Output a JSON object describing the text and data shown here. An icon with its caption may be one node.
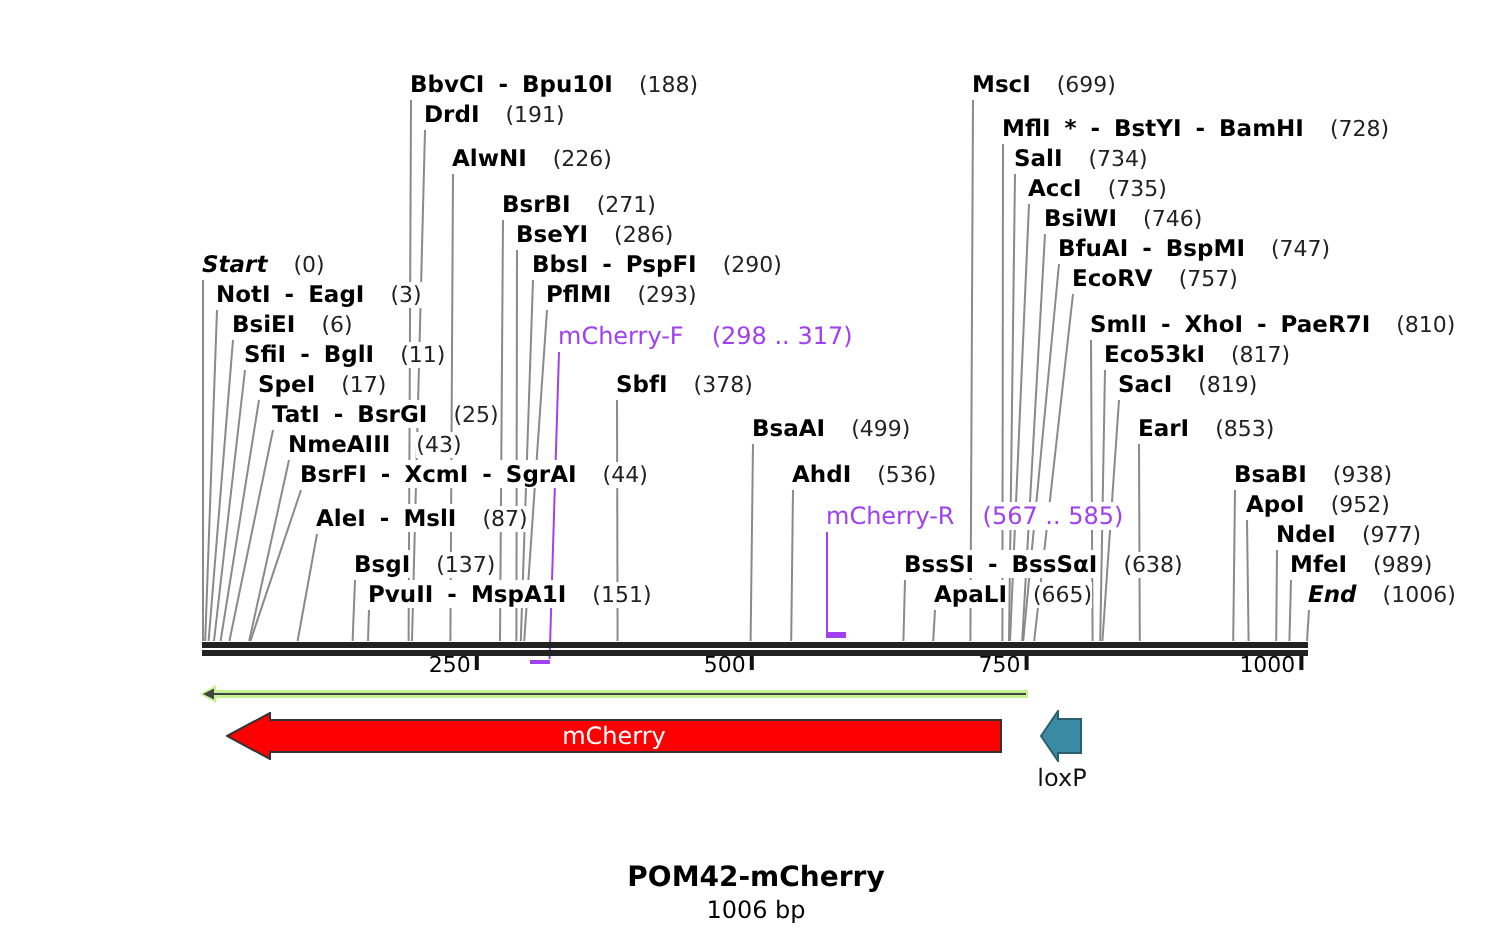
{
  "diagram": {
    "title": "POM42-mCherry",
    "caption": "1006 bp",
    "nodes": [
      {
        "text": [
          "BbvCI - Bpu10I",
          "(188)"
        ]
      },
      {
        "text": [
          "MscI",
          "(699)"
        ]
      },
      {
        "text": [
          "DrdI",
          "(191)"
        ]
      },
      {
        "text": [
          "MflI * - BstYI - BamHI",
          "(728)"
        ]
      },
      {
        "text": [
          "AlwNI",
          "(226)"
        ]
      },
      {
        "text": [
          "SalI",
          "(734)"
        ]
      },
      {
        "text": [
          "AccI",
          "(735)"
        ]
      },
      {
        "text": [
          "BsrBI",
          "(271)"
        ]
      },
      {
        "text": [
          "BsiWI",
          "(746)"
        ]
      },
      {
        "text": [
          "BseYI",
          "(286)"
        ]
      },
      {
        "text": [
          "BfuAI - BspMI",
          "(747)"
        ]
      },
      {
        "text": [
          "Start",
          "(0)"
        ]
      },
      {
        "text": [
          "BbsI - PspFI",
          "(290)"
        ]
      },
      {
        "text": [
          "EcoRV",
          "(757)"
        ]
      },
      {
        "text": [
          "NotI - EagI",
          "(3)"
        ]
      },
      {
        "text": [
          "PflMI",
          "(293)"
        ]
      },
      {
        "text": [
          "BsiEI",
          "(6)"
        ]
      },
      {
        "text": [
          "SmlI - XhoI - PaeR7I",
          "(810)"
        ]
      },
      {
        "text": [
          "mCherry-F",
          "(298 .. 317)"
        ]
      },
      {
        "text": [
          "SfiI - BglI",
          "(11)"
        ]
      },
      {
        "text": [
          "Eco53kI",
          "(817)"
        ]
      },
      {
        "text": [
          "SpeI",
          "(17)"
        ]
      },
      {
        "text": [
          "SbfI",
          "(378)"
        ]
      },
      {
        "text": [
          "SacI",
          "(819)"
        ]
      },
      {
        "text": [
          "TatI - BsrGI",
          "(25)"
        ]
      },
      {
        "text": [
          "BsaAI",
          "(499)"
        ]
      },
      {
        "text": [
          "EarI",
          "(853)"
        ]
      },
      {
        "text": [
          "NmeAIII",
          "(43)"
        ]
      },
      {
        "text": [
          "BsrFI - XcmI - SgrAI",
          "(44)"
        ]
      },
      {
        "text": [
          "AhdI",
          "(536)"
        ]
      },
      {
        "text": [
          "BsaBI",
          "(938)"
        ]
      },
      {
        "text": [
          "ApoI",
          "(952)"
        ]
      },
      {
        "text": [
          "AleI - MslI",
          "(87)"
        ]
      },
      {
        "text": [
          "mCherry-R",
          "(567 .. 585)"
        ]
      },
      {
        "text": [
          "NdeI",
          "(977)"
        ]
      },
      {
        "text": [
          "BsgI",
          "(137)"
        ]
      },
      {
        "text": [
          "BssSI - BssSαI",
          "(638)"
        ]
      },
      {
        "text": [
          "MfeI",
          "(989)"
        ]
      },
      {
        "text": [
          "PvuII - MspA1I",
          "(151)"
        ]
      },
      {
        "text": [
          "ApaLI",
          "(665)"
        ]
      },
      {
        "text": [
          "End",
          "(1006)"
        ]
      },
      {
        "text": [],
        "shape": "bar"
      },
      {
        "text": [],
        "shape": "bar"
      },
      {
        "text": [],
        "shape": "bar"
      },
      {
        "text": [],
        "shape": "arrow"
      },
      {
        "text": [
          "mCherry"
        ]
      },
      {
        "text": [
          "loxP"
        ]
      }
    ],
    "edges": [
      {
        "from": 0,
        "to": 42,
        "arrow": "none"
      },
      {
        "from": 1,
        "to": 42,
        "arrow": "none"
      },
      {
        "from": 2,
        "to": 42,
        "arrow": "none"
      },
      {
        "from": 3,
        "to": 42,
        "arrow": "none"
      },
      {
        "from": 4,
        "to": 42,
        "arrow": "none"
      },
      {
        "from": 5,
        "to": 42,
        "arrow": "none"
      },
      {
        "from": 6,
        "to": 42,
        "arrow": "none"
      },
      {
        "from": 7,
        "to": 42,
        "arrow": "none"
      },
      {
        "from": 8,
        "to": 42,
        "arrow": "none"
      },
      {
        "from": 9,
        "to": 42,
        "arrow": "none"
      },
      {
        "from": 10,
        "to": 42,
        "arrow": "none"
      },
      {
        "from": 11,
        "to": 42,
        "arrow": "none"
      },
      {
        "from": 12,
        "to": 42,
        "arrow": "none"
      },
      {
        "from": 13,
        "to": 42,
        "arrow": "none"
      },
      {
        "from": 14,
        "to": 42,
        "arrow": "none"
      },
      {
        "from": 15,
        "to": 42,
        "arrow": "none"
      },
      {
        "from": 16,
        "to": 42,
        "arrow": "none"
      },
      {
        "from": 17,
        "to": 42,
        "arrow": "none"
      },
      {
        "from": 18,
        "to": 43,
        "arrow": "none",
        "color": "#a040f0"
      },
      {
        "from": 19,
        "to": 42,
        "arrow": "none"
      },
      {
        "from": 20,
        "to": 42,
        "arrow": "none"
      },
      {
        "from": 21,
        "to": 42,
        "arrow": "none"
      },
      {
        "from": 22,
        "to": 42,
        "arrow": "none"
      },
      {
        "from": 23,
        "to": 42,
        "arrow": "none"
      },
      {
        "from": 24,
        "to": 42,
        "arrow": "none"
      },
      {
        "from": 25,
        "to": 42,
        "arrow": "none"
      },
      {
        "from": 26,
        "to": 42,
        "arrow": "none"
      },
      {
        "from": 27,
        "to": 42,
        "arrow": "none"
      },
      {
        "from": 28,
        "to": 42,
        "arrow": "none"
      },
      {
        "from": 29,
        "to": 42,
        "arrow": "none"
      },
      {
        "from": 30,
        "to": 42,
        "arrow": "none"
      },
      {
        "from": 31,
        "to": 42,
        "arrow": "none"
      },
      {
        "from": 32,
        "to": 42,
        "arrow": "none"
      },
      {
        "from": 33,
        "to": 41,
        "arrow": "none",
        "color": "#a040f0"
      },
      {
        "from": 34,
        "to": 42,
        "arrow": "none"
      },
      {
        "from": 35,
        "to": 42,
        "arrow": "none"
      },
      {
        "from": 36,
        "to": 42,
        "arrow": "none"
      },
      {
        "from": 37,
        "to": 42,
        "arrow": "none"
      },
      {
        "from": 38,
        "to": 42,
        "arrow": "none"
      },
      {
        "from": 39,
        "to": 42,
        "arrow": "none"
      },
      {
        "from": 40,
        "to": 42,
        "arrow": "none"
      }
    ],
    "labels": [
      "250",
      "500",
      "750",
      "1000"
    ]
  }
}
